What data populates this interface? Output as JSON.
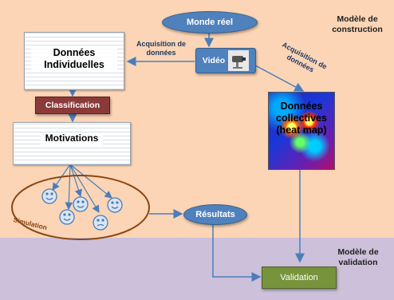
{
  "zones": {
    "construction_label": "Modèle de construction",
    "validation_label": "Modèle de validation"
  },
  "nodes": {
    "monde_reel": "Monde réel",
    "video": "Vidéo",
    "donnees_individuelles": "Données Individuelles",
    "classification": "Classification",
    "motivations": "Motivations",
    "donnees_collectives": "Données collectives (heat map)",
    "simulation": "Simulation",
    "resultats": "Résultats",
    "validation": "Validation"
  },
  "edge_labels": {
    "acquisition_left": "Acquisition de données",
    "acquisition_right": "Acquisition de données"
  },
  "colors": {
    "top_zone": "#fbd5b5",
    "bottom_zone": "#ccc0da",
    "ellipse_blue": "#4f81bd",
    "classification_red": "#8b3a3a",
    "validation_green": "#77933c",
    "simulation_outline": "#8b4513",
    "arrow": "#4a7ebb"
  }
}
